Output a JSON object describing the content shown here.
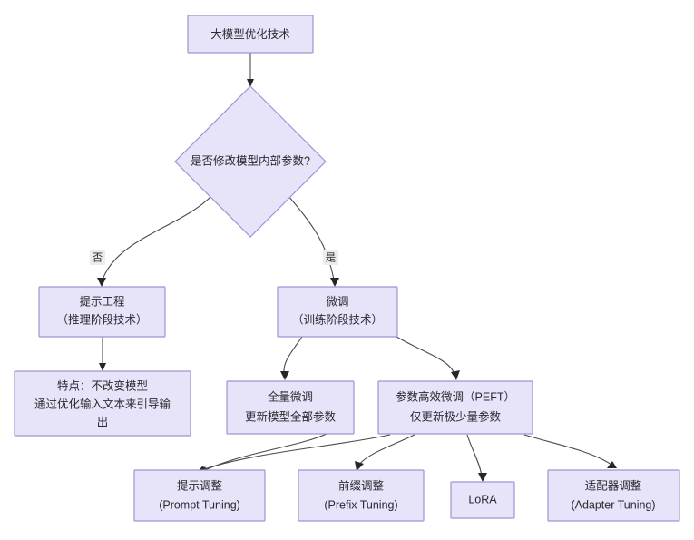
{
  "diagram": {
    "type": "flowchart",
    "title": "大模型优化技术",
    "background_color": "#ffffff",
    "node_fill_color": "#e7e3f8",
    "node_border_color": "#a093d4",
    "edge_color": "#4a4a4a",
    "text_color": "#2b2b32"
  },
  "nodes": {
    "root": {
      "label": "大模型优化技术",
      "shape": "rect",
      "lines": [
        "大模型优化技术"
      ]
    },
    "decision": {
      "label": "是否修改模型内部参数?",
      "shape": "diamond",
      "lines": [
        "是否修改模型内部参数?"
      ]
    },
    "prompt_engineering": {
      "label": "提示工程（推理阶段技术）",
      "shape": "rect",
      "lines": [
        "提示工程",
        "（推理阶段技术）"
      ]
    },
    "prompt_feature": {
      "label": "特点：不改变模型 通过优化输入文本来引导输出",
      "shape": "rect",
      "lines": [
        "特点：不改变模型",
        "通过优化输入文本来引导输",
        "出"
      ]
    },
    "finetune": {
      "label": "微调（训练阶段技术）",
      "shape": "rect",
      "lines": [
        "微调",
        "（训练阶段技术）"
      ]
    },
    "full_finetune": {
      "label": "全量微调 更新模型全部参数",
      "shape": "rect",
      "lines": [
        "全量微调",
        "更新模型全部参数"
      ]
    },
    "peft": {
      "label": "参数高效微调（PEFT） 仅更新极少量参数",
      "shape": "rect",
      "lines": [
        "参数高效微调（PEFT）",
        "仅更新极少量参数"
      ]
    },
    "prompt_tuning": {
      "label": "提示调整 (Prompt Tuning)",
      "shape": "rect",
      "lines": [
        "提示调整",
        "(Prompt Tuning)"
      ]
    },
    "prefix_tuning": {
      "label": "前缀调整 (Prefix Tuning)",
      "shape": "rect",
      "lines": [
        "前缀调整",
        "(Prefix Tuning)"
      ]
    },
    "lora": {
      "label": "LoRA",
      "shape": "rect",
      "lines": [
        "LoRA"
      ]
    },
    "adapter_tuning": {
      "label": "适配器调整 (Adapter Tuning)",
      "shape": "rect",
      "lines": [
        "适配器调整",
        "(Adapter Tuning)"
      ]
    }
  },
  "edge_labels": {
    "no": "否",
    "yes": "是"
  },
  "edges": [
    {
      "from": "root",
      "to": "decision",
      "label": ""
    },
    {
      "from": "decision",
      "to": "prompt_engineering",
      "label": "否"
    },
    {
      "from": "decision",
      "to": "finetune",
      "label": "是"
    },
    {
      "from": "prompt_engineering",
      "to": "prompt_feature",
      "label": ""
    },
    {
      "from": "finetune",
      "to": "full_finetune",
      "label": ""
    },
    {
      "from": "finetune",
      "to": "peft",
      "label": ""
    },
    {
      "from": "full_finetune",
      "to": "prompt_tuning",
      "label": ""
    },
    {
      "from": "peft",
      "to": "prompt_tuning",
      "label": ""
    },
    {
      "from": "peft",
      "to": "prefix_tuning",
      "label": ""
    },
    {
      "from": "peft",
      "to": "lora",
      "label": ""
    },
    {
      "from": "peft",
      "to": "adapter_tuning",
      "label": ""
    }
  ]
}
